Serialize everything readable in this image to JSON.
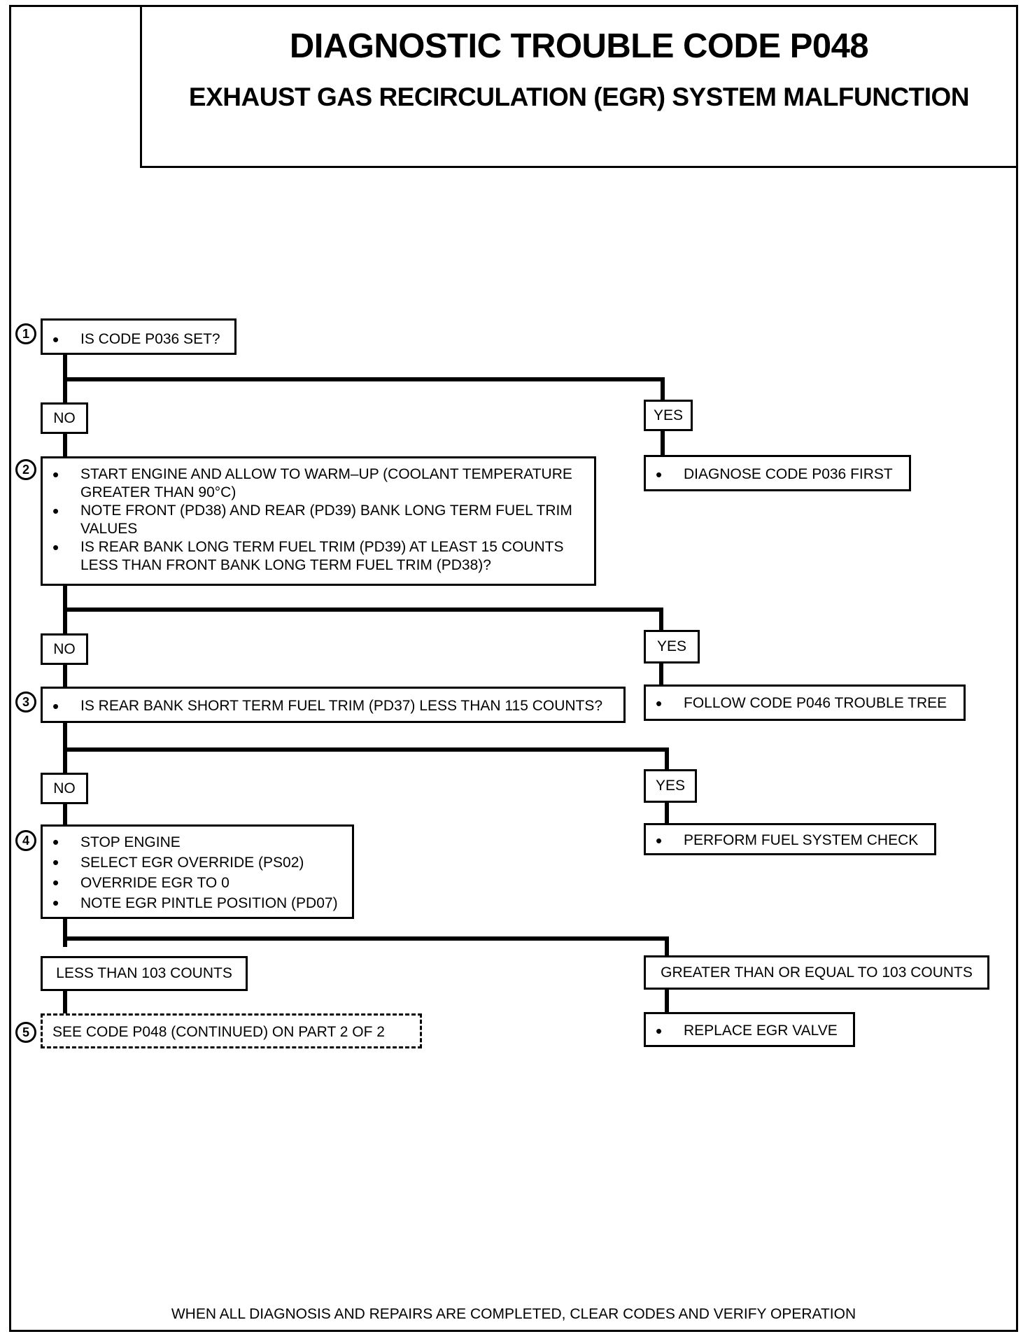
{
  "header": {
    "title": "DIAGNOSTIC TROUBLE CODE P048",
    "subtitle": "EXHAUST GAS RECIRCULATION (EGR) SYSTEM MALFUNCTION"
  },
  "steps": [
    {
      "number": "1",
      "items": [
        "IS CODE P036 SET?"
      ]
    },
    {
      "number": "2",
      "items": [
        "START ENGINE AND ALLOW TO WARM–UP (COOLANT TEMPERATURE\nGREATER THAN 90°C)",
        "NOTE FRONT (PD38) AND REAR (PD39) BANK LONG TERM FUEL TRIM\nVALUES",
        "IS REAR BANK LONG TERM FUEL TRIM (PD39) AT LEAST 15 COUNTS\nLESS THAN FRONT BANK LONG TERM FUEL TRIM (PD38)?"
      ]
    },
    {
      "number": "3",
      "items": [
        "IS REAR BANK SHORT TERM FUEL TRIM (PD37) LESS THAN 115 COUNTS?"
      ]
    },
    {
      "number": "4",
      "items": [
        "STOP ENGINE",
        "SELECT EGR OVERRIDE (PS02)",
        "OVERRIDE EGR TO 0",
        "NOTE EGR PINTLE POSITION (PD07)"
      ]
    },
    {
      "number": "5",
      "text": "SEE CODE P048 (CONTINUED) ON PART 2 OF 2"
    }
  ],
  "branches": {
    "no": "NO",
    "yes": "YES",
    "less_than": "LESS THAN 103 COUNTS",
    "greater_equal": "GREATER THAN OR EQUAL TO 103 COUNTS"
  },
  "outcomes": {
    "step1_yes": "DIAGNOSE CODE P036 FIRST",
    "step2_yes": "FOLLOW CODE P046 TROUBLE TREE",
    "step3_yes": "PERFORM FUEL SYSTEM CHECK",
    "step4_ge": "REPLACE EGR VALVE"
  },
  "footer": "WHEN ALL DIAGNOSIS AND REPAIRS ARE COMPLETED, CLEAR CODES AND VERIFY OPERATION"
}
